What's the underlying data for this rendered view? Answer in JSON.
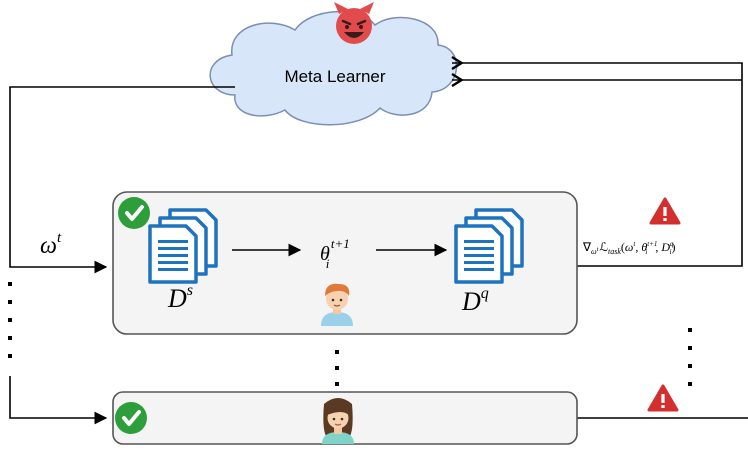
{
  "meta_learner": {
    "label": "Meta Learner",
    "cloud_fill": "#d8e6f9",
    "cloud_stroke": "#7a8fb3",
    "devil_icon": "devil-face-icon",
    "devil_color": "#e24b4b"
  },
  "omega": {
    "base": "ω",
    "sup": "t"
  },
  "task_box": {
    "fill": "#f4f4f4",
    "stroke": "#555555",
    "check_icon": "check-circle-icon",
    "check_color": "#2e9e3b",
    "support_label": {
      "base": "D",
      "sup": "s"
    },
    "query_label": {
      "base": "D",
      "sup": "q"
    },
    "theta_label": {
      "base": "θ",
      "sub": "i",
      "sup": "t+1"
    },
    "doc_icon": "documents-icon",
    "doc_color": "#1e73be",
    "person_icon": "male-user-icon"
  },
  "gradient_label": {
    "nabla": "∇",
    "nabla_sub": "ω",
    "nabla_subsup": "t",
    "L": "ℒ",
    "L_sub": "task",
    "args_open": "(",
    "arg1": "ω",
    "arg1_sup": "t",
    "sep1": ", ",
    "arg2": "θ",
    "arg2_sub": "i",
    "arg2_sup": "t+1",
    "sep2": ", ",
    "arg3": "D",
    "arg3_sub": "i",
    "arg3_sup": "q",
    "args_close": ")"
  },
  "warning": {
    "icon": "warning-triangle-icon",
    "color": "#d32f2f",
    "mark": "!"
  },
  "second_task": {
    "check_icon": "check-circle-icon",
    "person_icon": "female-user-icon"
  }
}
